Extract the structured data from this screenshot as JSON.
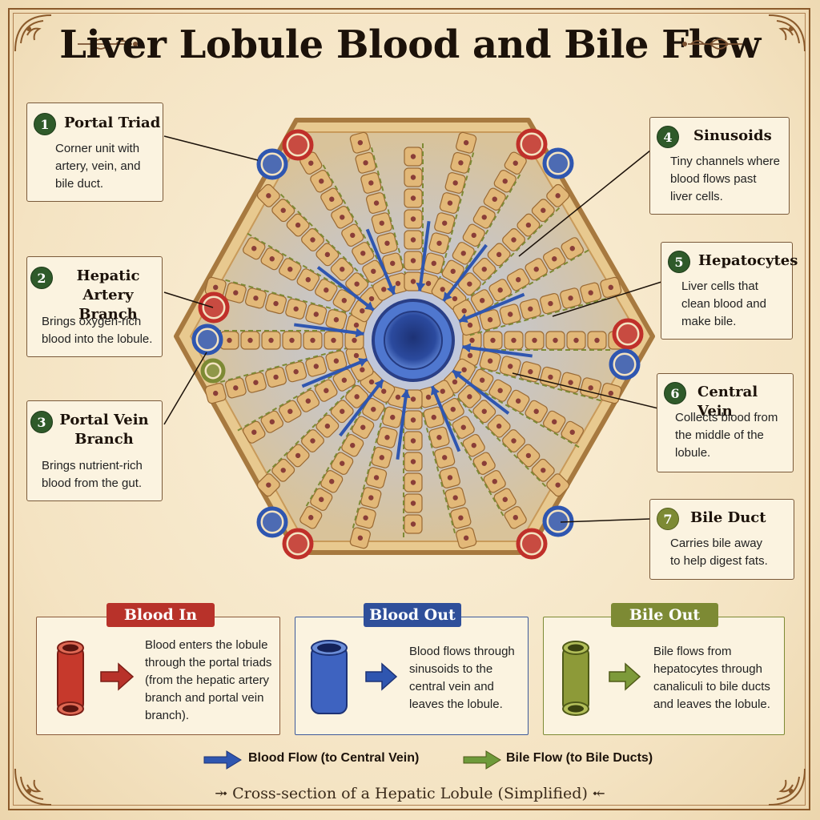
{
  "title": "Liver Lobule Blood and Bile Flow",
  "callouts": [
    {
      "num": "1",
      "title": "Portal Triad",
      "desc": [
        "Corner unit with",
        "artery, vein, and",
        "bile duct."
      ]
    },
    {
      "num": "2",
      "title": [
        "Hepatic Artery",
        "Branch"
      ],
      "desc": [
        "Brings oxygen-rich",
        "blood into the lobule."
      ]
    },
    {
      "num": "3",
      "title": [
        "Portal Vein",
        "Branch"
      ],
      "desc": [
        "Brings nutrient-rich",
        "blood from the gut."
      ]
    },
    {
      "num": "4",
      "title": "Sinusoids",
      "desc": [
        "Tiny channels where",
        "blood flows past",
        "liver cells."
      ]
    },
    {
      "num": "5",
      "title": "Hepatocytes",
      "desc": [
        "Liver cells that",
        "clean blood and",
        "make bile."
      ]
    },
    {
      "num": "6",
      "title": "Central Vein",
      "desc": [
        "Collects blood from",
        "the middle of the",
        "lobule."
      ]
    },
    {
      "num": "7",
      "title": "Bile Duct",
      "desc": [
        "Carries bile away",
        "to help digest fats."
      ]
    }
  ],
  "legend": [
    {
      "tag": "Blood In",
      "color": "#b8322a",
      "desc": [
        "Blood enters the lobule",
        "through the portal triads",
        "(from the hepatic artery",
        "branch and portal vein",
        "branch)."
      ]
    },
    {
      "tag": "Blood Out",
      "color": "#2f4f9a",
      "desc": [
        "Blood flows through",
        "sinusoids to the",
        "central vein and",
        "leaves the lobule."
      ]
    },
    {
      "tag": "Bile Out",
      "color": "#7d8a34",
      "desc": [
        "Bile flows from",
        "hepatocytes through",
        "canaliculi to bile ducts",
        "and leaves the lobule."
      ]
    }
  ],
  "flow_legend": {
    "blood": "Blood Flow (to Central Vein)",
    "bile": "Bile Flow (to Bile Ducts)"
  },
  "caption": "Cross-section of a Hepatic Lobule (Simplified)",
  "colors": {
    "artery": "#c0302a",
    "vein": "#2f56b0",
    "bile": "#7d8a34",
    "cell": "#e2b878",
    "label_green": "#2f5a2a"
  }
}
